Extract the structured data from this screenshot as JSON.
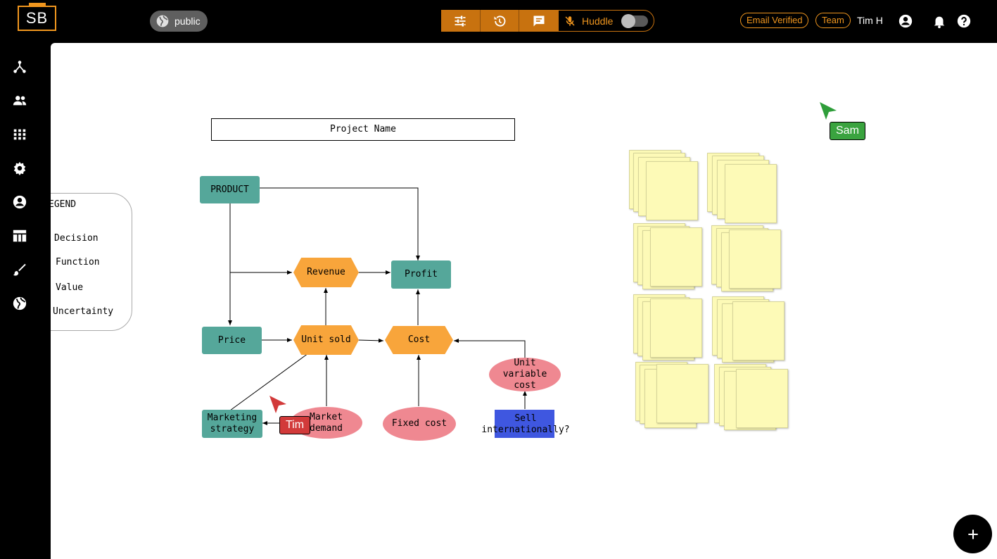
{
  "header": {
    "logo_text": "SB",
    "visibility_label": "public",
    "huddle_label": "Huddle",
    "email_badge": "Email Verified",
    "team_badge": "Team",
    "user_name": "Tim H",
    "accent_color": "#f0961e"
  },
  "toolbar": {
    "icons": [
      "sliders-icon",
      "history-icon",
      "chat-icon"
    ]
  },
  "sidebar": {
    "icons": [
      "tree-icon",
      "people-icon",
      "grid-icon",
      "gear-icon",
      "user-icon",
      "table-icon",
      "brush-icon",
      "globe-icon"
    ]
  },
  "canvas": {
    "project_name": "Project Name",
    "legend": {
      "title": "EGEND",
      "items": [
        "Decision",
        "Function",
        "Value",
        "Uncertainty"
      ]
    },
    "nodes": {
      "product": "PRODUCT",
      "revenue": "Revenue",
      "profit": "Profit",
      "price": "Price",
      "unit_sold": "Unit sold",
      "cost": "Cost",
      "unit_variable_cost": "Unit\nvariable\ncost",
      "marketing_strategy": "Marketing\nstrategy",
      "market_demand": "Market\ndemand",
      "fixed_cost": "Fixed cost",
      "sell_internationally": "Sell\ninternationally?"
    },
    "cursors": {
      "sam": "Sam",
      "tim": "Tim"
    }
  },
  "fab_label": "+"
}
